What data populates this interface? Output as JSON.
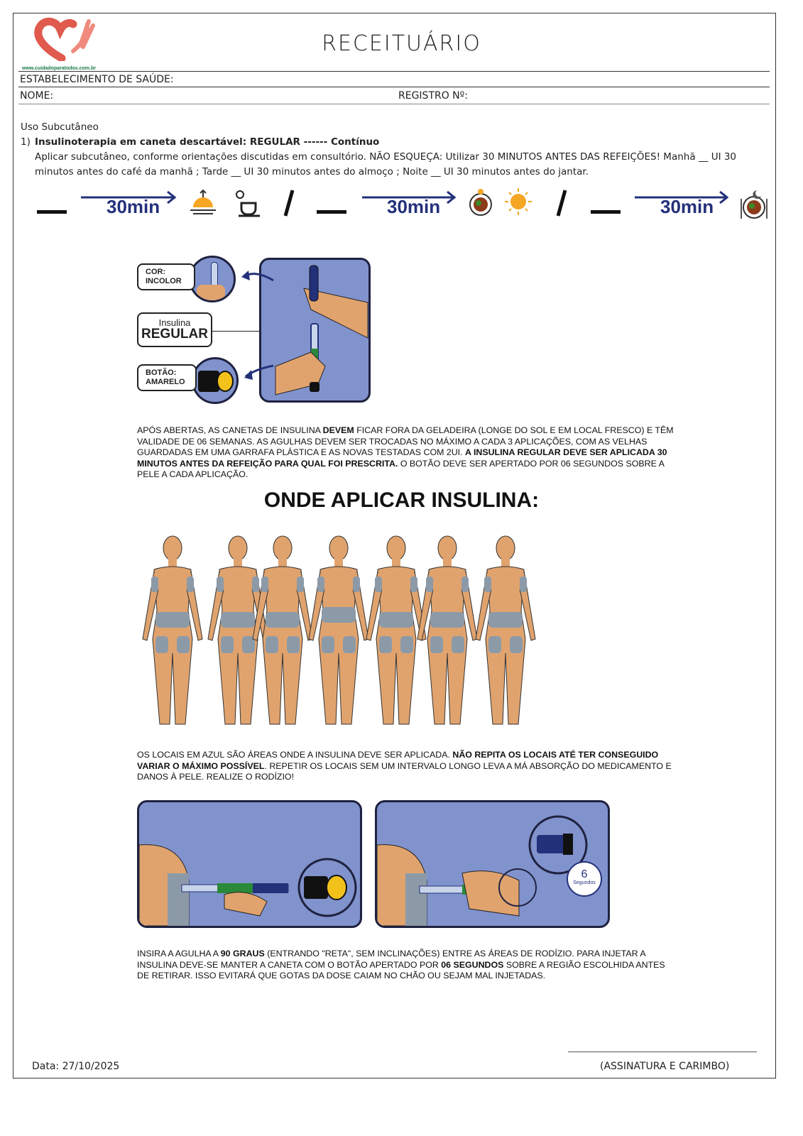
{
  "logo": {
    "url_text": "www.cuidadoparatodos.com.br"
  },
  "header": {
    "title": "RECEITUÁRIO",
    "establishment_label": "ESTABELECIMENTO DE SAÚDE:",
    "name_label": "NOME:",
    "registry_label": "REGISTRO Nº:"
  },
  "prescription": {
    "route": "Uso Subcutâneo",
    "item_number": "1)",
    "item_title": "Insulinoterapia em caneta descartável: REGULAR ------ Contínuo",
    "instructions": "Aplicar subcutâneo, conforme orientações discutidas em consultório. NÃO ESQUEÇA: Utilizar 30 MINUTOS ANTES DAS REFEIÇÕES! Manhã __ UI 30 minutos antes do café da manhã ; Tarde __ UI 30 minutos antes do almoço ; Noite __ UI 30 minutos antes do jantar."
  },
  "timing": {
    "slots": [
      {
        "label": "30min",
        "icons": [
          "sunrise-icon",
          "coffee-icon"
        ]
      },
      {
        "label": "30min",
        "icons": [
          "lunch-plate-icon",
          "sun-icon"
        ]
      },
      {
        "label": "30min",
        "icons": [
          "dinner-plate-icon"
        ]
      }
    ],
    "separator": "/"
  },
  "pen": {
    "color_label_1": "COR:",
    "color_label_2": "INCOLOR",
    "type_small": "Insulina",
    "type_big": "REGULAR",
    "button_label_1": "BOTÃO:",
    "button_label_2": "AMARELO"
  },
  "storage_text": {
    "p1": "APÓS ABERTAS, AS CANETAS DE INSULINA ",
    "b1": "DEVEM",
    "p2": " FICAR FORA DA GELADEIRA (LONGE DO SOL E EM LOCAL FRESCO) E TÊM VALIDADE DE 06 SEMANAS. AS AGULHAS DEVEM SER TROCADAS NO MÁXIMO A CADA 3 APLICAÇÕES, COM AS VELHAS GUARDADAS EM UMA GARRAFA PLÁSTICA E AS NOVAS TESTADAS COM 2UI. ",
    "b2": "A INSULINA REGULAR DEVE SER APLICADA 30 MINUTOS ANTES DA REFEIÇÃO PARA QUAL FOI PRESCRITA.",
    "p3": " O BOTÃO DEVE SER APERTADO POR 06 SEGUNDOS SOBRE A PELE A CADA APLICAÇÃO."
  },
  "sites_title": "ONDE APLICAR INSULINA:",
  "sites_text": {
    "p1": "OS LOCAIS EM AZUL SÃO ÁREAS ONDE A INSULINA DEVE SER APLICADA. ",
    "b1": "NÃO REPITA OS LOCAIS ATÉ TER CONSEGUIDO VARIAR O MÁXIMO POSSÍVEL",
    "p2": ". REPETIR OS LOCAIS SEM UM INTERVALO LONGO LEVA A MÁ ABSORÇÃO DO MEDICAMENTO E DANOS À PELE. REALIZE O RODÍZIO!"
  },
  "timer": {
    "value": "6",
    "unit": "Segundos"
  },
  "injection_text": {
    "p1": "INSIRA A AGULHA A ",
    "b1": "90 GRAUS",
    "p2": " (ENTRANDO \"RETA\", SEM INCLINAÇÕES) ENTRE AS ÁREAS DE RODÍZIO. PARA INJETAR A INSULINA DEVE-SE MANTER A CANETA COM O BOTÃO APERTADO POR ",
    "b2": "06 SEGUNDOS",
    "p3": " SOBRE A REGIÃO ESCOLHIDA ANTES DE RETIRAR. ISSO EVITARÁ QUE GOTAS DA DOSE CAIAM NO CHÃO OU SEJAM MAL INJETADAS."
  },
  "footer": {
    "date": "Data: 27/10/2025",
    "signature": "(ASSINATURA E CARIMBO)"
  },
  "colors": {
    "panel": "#8193cd",
    "skin": "#e0a36e",
    "site": "#8c9aa8",
    "arrow": "#23307a",
    "logo": "#e05a4e"
  }
}
